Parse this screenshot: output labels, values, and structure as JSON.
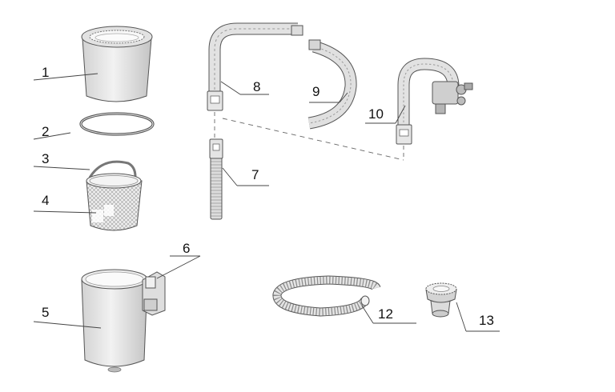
{
  "labels": {
    "p1": "1",
    "p2": "2",
    "p3": "3",
    "p4": "4",
    "p5": "5",
    "p6": "6",
    "p7": "7",
    "p8": "8",
    "p9": "9",
    "p10": "10",
    "p12": "12",
    "p13": "13"
  },
  "colors": {
    "part_fill": "#e6e6e6",
    "part_shade": "#c8c8c8",
    "outline": "#555555",
    "leader": "#444444"
  }
}
